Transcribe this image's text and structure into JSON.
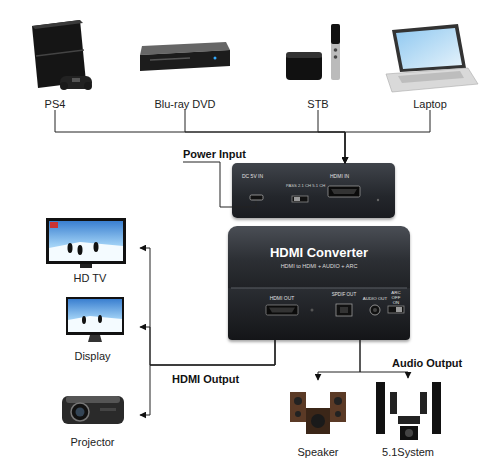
{
  "diagram": {
    "nodes": [
      {
        "text": [
          "PS4"
        ]
      },
      {
        "text": [
          "Blu-ray DVD"
        ]
      },
      {
        "text": [
          "STB"
        ]
      },
      {
        "text": [
          "Laptop"
        ]
      },
      {
        "text": [
          "DC 5V IN",
          "PASS 2.1 CH 5.1 CH",
          "HDMI IN"
        ]
      },
      {
        "text": [
          "HDMI Converter",
          "HDMI to HDMI + AUDIO + ARC",
          "HDMI OUT",
          "SPDIF OUT",
          "AUDIO OUT",
          "ARC OFF ON"
        ]
      },
      {
        "text": [
          "HD TV"
        ]
      },
      {
        "text": [
          "Display"
        ]
      },
      {
        "text": [
          "Projector"
        ]
      },
      {
        "text": [
          "Speaker"
        ]
      },
      {
        "text": [
          "5.1System"
        ]
      }
    ],
    "edges": [
      {
        "from": 0,
        "to": 4,
        "arrow": "to"
      },
      {
        "from": 1,
        "to": 4,
        "arrow": "to"
      },
      {
        "from": 2,
        "to": 4,
        "arrow": "to"
      },
      {
        "from": 3,
        "to": 4,
        "arrow": "to"
      },
      {
        "from": 5,
        "to": 6,
        "arrow": "to"
      },
      {
        "from": 5,
        "to": 7,
        "arrow": "to"
      },
      {
        "from": 5,
        "to": 8,
        "arrow": "to"
      },
      {
        "from": 5,
        "to": 9,
        "arrow": "to"
      },
      {
        "from": 5,
        "to": 10,
        "arrow": "to"
      }
    ],
    "labels": [
      "Power Input",
      "HDMI Output",
      "Audio Output"
    ]
  }
}
